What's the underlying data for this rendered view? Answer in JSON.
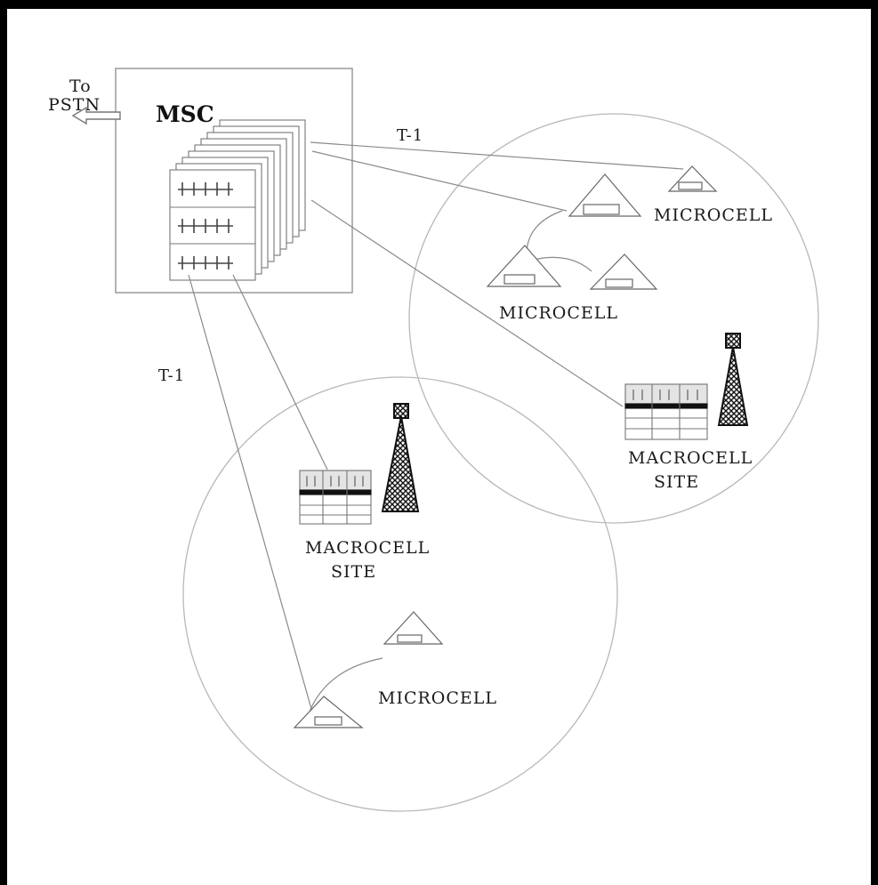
{
  "pstn_label_line1": "To",
  "pstn_label_line2": "PSTN",
  "msc_label": "MSC",
  "link_label_top": "T-1",
  "link_label_left": "T-1",
  "microcell_label_top_right": "MICROCELL",
  "microcell_label_middle": "MICROCELL",
  "microcell_label_bottom": "MICROCELL",
  "macrocell_right_line1": "MACROCELL",
  "macrocell_right_line2": "SITE",
  "macrocell_left_line1": "MACROCELL",
  "macrocell_left_line2": "SITE"
}
